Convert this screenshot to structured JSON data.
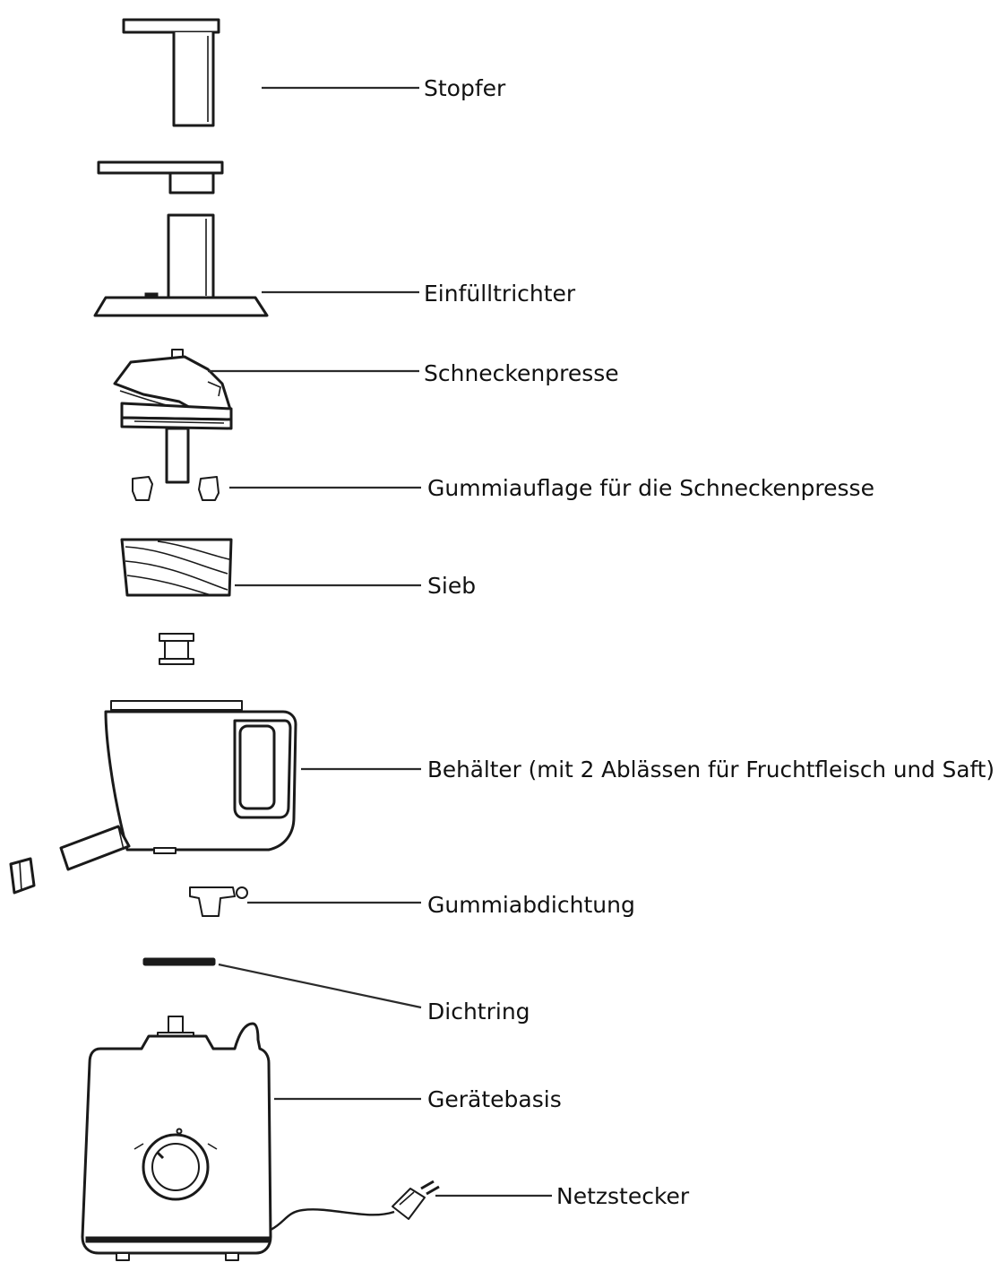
{
  "diagram": {
    "labels": {
      "stopfer": "Stopfer",
      "einfuelltrichter": "Einfülltrichter",
      "schneckenpresse": "Schneckenpresse",
      "gummiauflage": "Gummiauflage für die Schneckenpresse",
      "sieb": "Sieb",
      "behaelter": "Behälter (mit 2 Ablässen für Fruchtfleisch und Saft)",
      "gummiabdichtung": "Gummiabdichtung",
      "dichtring": "Dichtring",
      "geraetebasis": "Gerätebasis",
      "netzstecker": "Netzstecker"
    }
  }
}
